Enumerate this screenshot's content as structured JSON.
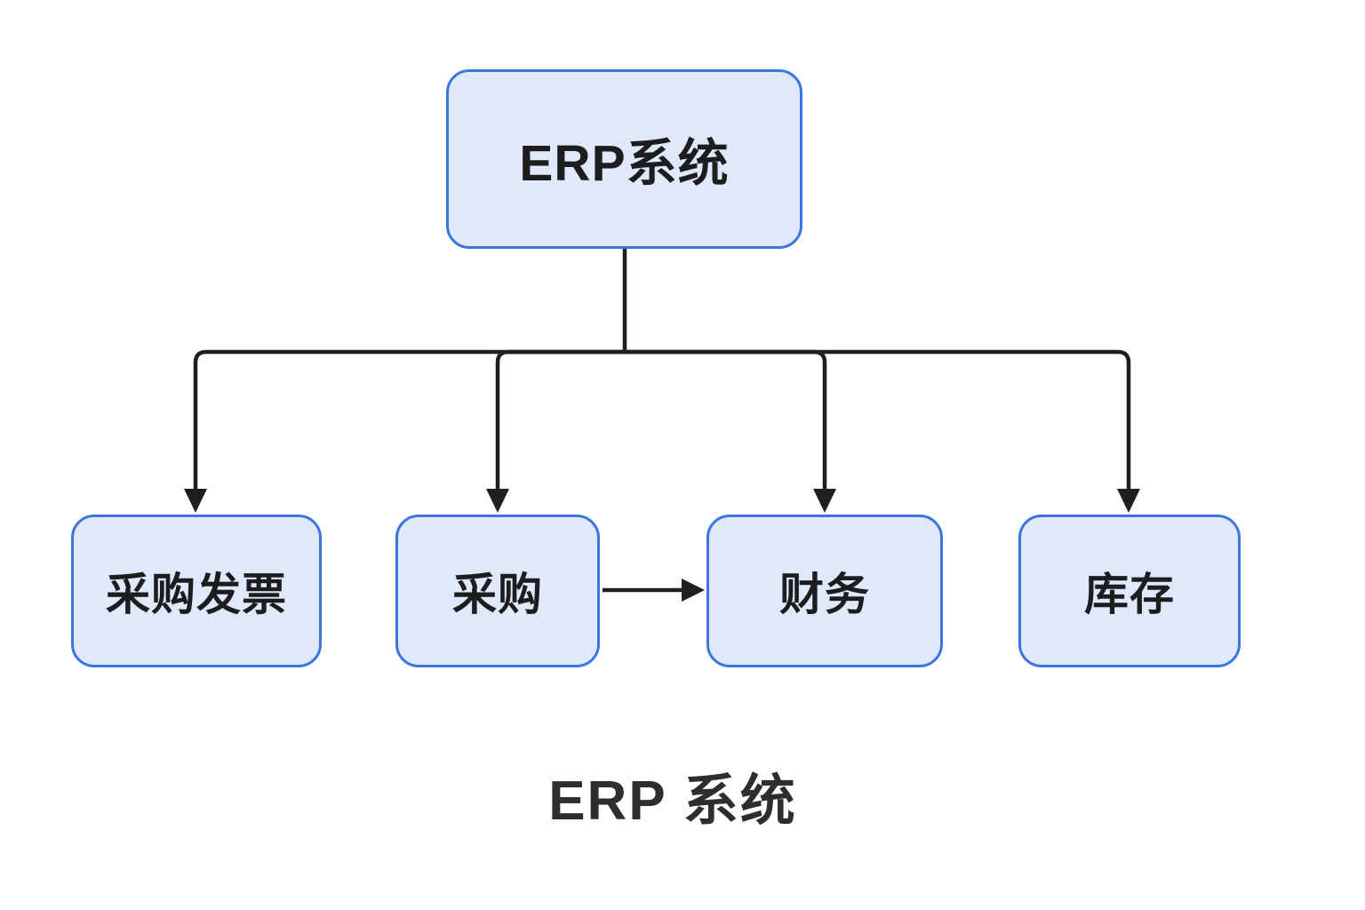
{
  "diagram": {
    "type": "flowchart",
    "root": {
      "label": "ERP系统"
    },
    "children": [
      {
        "label": "采购发票"
      },
      {
        "label": "采购"
      },
      {
        "label": "财务"
      },
      {
        "label": "库存"
      }
    ],
    "edges": [
      {
        "from": "ERP系统",
        "to": "采购发票",
        "style": "arrow"
      },
      {
        "from": "ERP系统",
        "to": "采购",
        "style": "arrow"
      },
      {
        "from": "ERP系统",
        "to": "财务",
        "style": "arrow"
      },
      {
        "from": "ERP系统",
        "to": "库存",
        "style": "arrow"
      },
      {
        "from": "采购",
        "to": "财务",
        "style": "arrow"
      }
    ],
    "caption": "ERP 系统",
    "colors": {
      "node_fill": "#dfe9fb",
      "node_border": "#3b76e0",
      "edge_line": "#1f1f1f",
      "node_text": "#1d1d1f",
      "caption_text": "#2e2e30",
      "background": "#ffffff"
    }
  }
}
